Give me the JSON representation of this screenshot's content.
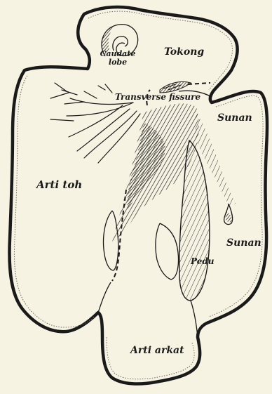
{
  "figure": {
    "labels": {
      "caudate_lobe_1": "Caudate",
      "caudate_lobe_2": "lobe",
      "tokong": "Tokong",
      "transverse_fissure": "Transverse fissure",
      "sunan_upper": "Sunan",
      "arti_toh": "Arti toh",
      "sunan_lower": "Sunan",
      "pedu": "Pedu",
      "arti_arkat": "Arti arkat"
    }
  }
}
